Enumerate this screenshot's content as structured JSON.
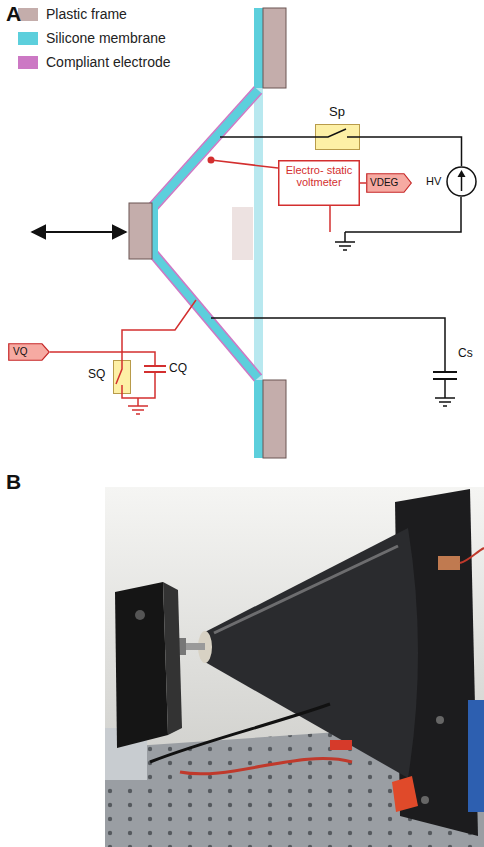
{
  "diagram": {
    "nodes": [
      {
        "text": [
          "Sp"
        ]
      },
      {
        "text": [
          "Electro- static voltmeter"
        ]
      },
      {
        "text": [
          "VDEG"
        ]
      },
      {
        "text": [
          "HV"
        ]
      },
      {
        "text": [
          "VQ"
        ]
      },
      {
        "text": [
          "SQ"
        ]
      }
    ],
    "edges": [
      {
        "from": 0,
        "to": 3,
        "arrow": "none"
      },
      {
        "from": 1,
        "to": 2,
        "arrow": "none"
      },
      {
        "from": 4,
        "to": 5,
        "arrow": "none"
      }
    ],
    "labels": [
      "A",
      "B",
      "CQ",
      "Cs"
    ],
    "legend": [
      {
        "text": "Plastic frame",
        "color": "#c4adab"
      },
      {
        "text": "Silicone membrane",
        "color": "#5ccfdc"
      },
      {
        "text": "Compliant electrode",
        "color": "#cc78c4"
      }
    ]
  }
}
